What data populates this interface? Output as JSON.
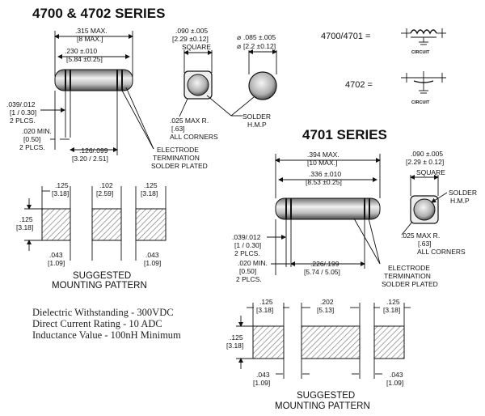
{
  "series_4700": {
    "title": "4700 & 4702 SERIES",
    "len_max": ".315 MAX.",
    "len_max_mm": "[8 MAX.]",
    "body_len": ".230 ±.010",
    "body_len_mm": "[5.84 ±0.25]",
    "term_w": ".039/.012",
    "term_w_mm": "[1 / 0.30]",
    "term_plcs": "2 PLCS.",
    "min_w": ".020 MIN.",
    "min_w_mm": "[0.50]",
    "min_plcs": "2 PLCS.",
    "span": ".126/.099",
    "span_mm": "[3.20 / 2.51]",
    "square": ".090 ±.005",
    "square_mm": "[2.29 ±0.12]",
    "square_label": "SQUARE",
    "radius": ".025 MAX R.",
    "radius_mm": "[.63]",
    "radius_note": "ALL CORNERS",
    "dia": ".085 ±.005",
    "dia_mm": "[2.2 ±0.12]",
    "solder1": "SOLDER",
    "solder2": "H.M.P",
    "electrode1": "ELECTRODE",
    "electrode2": "TERMINATION",
    "electrode3": "SOLDER PLATED"
  },
  "circuit": {
    "a_label": "4700/4701  =",
    "a_caption": "CIRCUIT",
    "b_label": "4702  =",
    "b_caption": "CIRCUIT"
  },
  "pattern_4700": {
    "pad_w": ".125",
    "pad_w_mm": "[3.18]",
    "gap": ".102",
    "gap_mm": "[2.59]",
    "pad_w2": ".125",
    "pad_w2_mm": "[3.18]",
    "pad_h": ".125",
    "pad_h_mm": "[3.18]",
    "edge_l": ".043",
    "edge_l_mm": "[1.09]",
    "edge_r": ".043",
    "edge_r_mm": "[1.09]",
    "caption1": "SUGGESTED",
    "caption2": "MOUNTING PATTERN"
  },
  "specs": [
    "Dielectric Withstanding - 300VDC",
    "Direct Current Rating - 10 ADC",
    "Inductance Value - 100nH Minimum"
  ],
  "series_4701": {
    "title": "4701 SERIES",
    "len_max": ".394 MAX.",
    "len_max_mm": "[10 MAX.]",
    "body_len": ".336 ±.010",
    "body_len_mm": "[8.53 ±0.25]",
    "term_w": ".039/.012",
    "term_w_mm": "[1 / 0.30]",
    "term_plcs": "2 PLCS.",
    "min_w": ".020 MIN.",
    "min_w_mm": "[0.50]",
    "min_plcs": "2 PLCS.",
    "span": ".226/.199",
    "span_mm": "[5.74 / 5.05]",
    "square": ".090 ±.005",
    "square_mm": "[2.29 ± 0.12]",
    "square_label": "SQUARE",
    "radius": ".025 MAX R.",
    "radius_mm": "[.63]",
    "radius_note": "ALL CORNERS",
    "solder1": "SOLDER",
    "solder2": "H.M.P",
    "electrode1": "ELECTRODE",
    "electrode2": "TERMINATION",
    "electrode3": "SOLDER PLATED"
  },
  "pattern_4701": {
    "pad_w": ".125",
    "pad_w_mm": "[3.18]",
    "gap": ".202",
    "gap_mm": "[5.13]",
    "pad_w2": ".125",
    "pad_w2_mm": "[3.18]",
    "pad_h": ".125",
    "pad_h_mm": "[3.18]",
    "edge_l": ".043",
    "edge_l_mm": "[1.09]",
    "edge_r": ".043",
    "edge_r_mm": "[1.09]",
    "caption1": "SUGGESTED",
    "caption2": "MOUNTING PATTERN"
  }
}
